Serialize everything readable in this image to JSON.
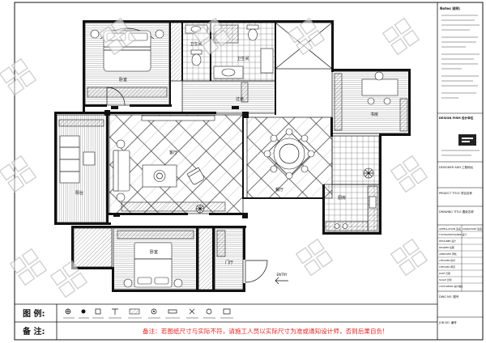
{
  "rooms": {
    "master_bedroom": "卧室",
    "bath_1": "卫生间",
    "bath_2": "卫生间",
    "corridor": "过道",
    "study": "书房",
    "living": "客厅",
    "balcony": "阳台",
    "dining": "餐厅",
    "kitchen": "厨房",
    "bedroom_2": "卧室",
    "foyer": "门厅",
    "entry": "ENTRY"
  },
  "legend": {
    "label": "图 例:"
  },
  "remarks": {
    "label": "备 注:",
    "note": "备注：若图纸尺寸与实际不符，请施工人员以实际尺寸为准或通知设计师，否则后果自负!"
  },
  "title_block": {
    "notes_heading": "Notes 说明:",
    "design_firm": "DESIGN FIRM 设计单位",
    "address": "DESIGNER ADD 工程地址",
    "project_title": "PROJECT TITLE 项目名称",
    "drawing_title": "DRAWING TITLE 图纸名称",
    "appellation": "APPELLATION 签名",
    "signature": "SIGNATURE 签名",
    "rows": [
      "TOCHIGHDESIGNER 设计",
      "DESIGNER 设计",
      "DRAWER 绘图",
      "APPROVED 审核",
      "CHECKER 校对",
      "CHECKED 审定",
      "DATE 日期",
      "SCALE 比例",
      "CUSTOMERS 客户确认"
    ],
    "dwg_no": "DWG NO. 图号",
    "job_no": "JOB NO. 编号"
  },
  "colors": {
    "line": "#111111",
    "remark": "#e3261f",
    "watermark": "#b9b9b9"
  }
}
